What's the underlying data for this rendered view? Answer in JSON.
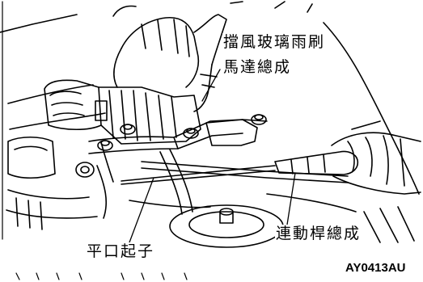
{
  "labels": {
    "wiper_motor_line1": "擋風玻璃雨刷",
    "wiper_motor_line2": "馬達總成",
    "linkage_assembly": "連動桿總成",
    "flat_screwdriver": "平口起子",
    "figure_code": "AY0413AU"
  }
}
